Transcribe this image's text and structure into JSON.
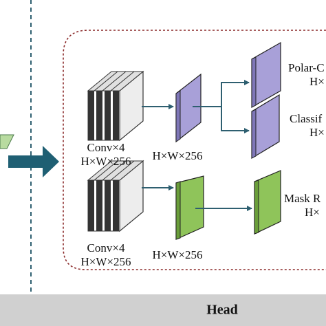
{
  "diagram": {
    "conv_block_top_label": "Conv×4",
    "conv_block_top_size": "H×W×256",
    "conv_block_bottom_label": "Conv×4",
    "conv_block_bottom_size": "H×W×256",
    "feature_top_size": "H×W×256",
    "feature_bottom_size": "H×W×256",
    "output_polar_label": "Polar-C",
    "output_polar_size": "H×",
    "output_classif_label": "Classif",
    "output_classif_size": "H×",
    "output_mask_label": "Mask R",
    "output_mask_size": "H×",
    "footer_title": "Head"
  },
  "colors": {
    "arrow": "#2e5f70",
    "purple_face": "#a8a0d8",
    "green_face": "#8fc45a",
    "dashed_box": "#8b2a2a",
    "footer": "#d0d0d0"
  }
}
